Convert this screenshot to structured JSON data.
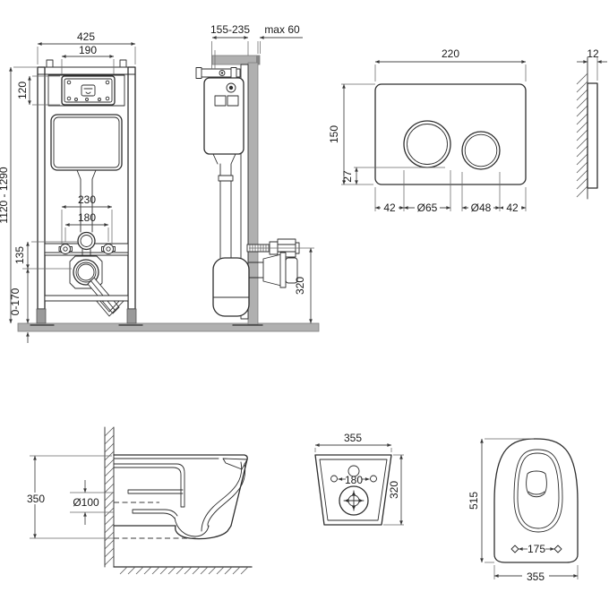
{
  "colors": {
    "background": "#ffffff",
    "line": "#2e2e2e",
    "dimension_line": "#4a4a4a",
    "gray_fill": "#b0b0b0",
    "dark_fill": "#6e6e6e",
    "text": "#1a1a1a"
  },
  "views": {
    "frame_front": {
      "dims": {
        "overall_width": "425",
        "access_panel_width": "190",
        "access_panel_height": "120",
        "frame_height_range": "1120 - 1290",
        "fixing_spacing_outer": "230",
        "fixing_spacing_inner": "180",
        "outlet_offset": "135",
        "floor_adjust_range": "0-170"
      }
    },
    "frame_side": {
      "dims": {
        "depth_range": "155-235",
        "max_wall_thickness": "max 60",
        "outlet_height": "320"
      }
    },
    "flush_plate_front": {
      "dims": {
        "width": "220",
        "height": "150",
        "button_bottom_offset": "27",
        "left_margin": "42",
        "large_button_diameter": "Ø65",
        "small_button_diameter": "Ø48",
        "right_margin": "42"
      }
    },
    "flush_plate_side": {
      "dims": {
        "thickness": "12"
      }
    },
    "bowl_side": {
      "dims": {
        "height": "350",
        "outlet_pipe_diameter": "Ø100"
      }
    },
    "bowl_rear": {
      "dims": {
        "width": "355",
        "fixing_spacing": "180",
        "height": "320"
      }
    },
    "bowl_top": {
      "dims": {
        "depth": "515",
        "fixing_spacing": "175",
        "width": "355"
      }
    }
  }
}
